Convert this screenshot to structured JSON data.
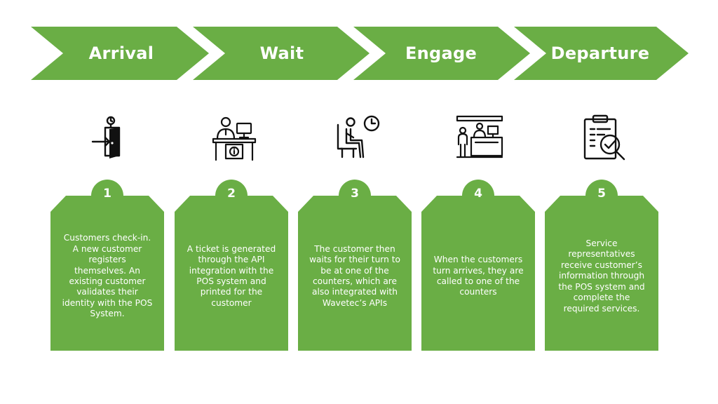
{
  "colors": {
    "accent": "#6AAE45",
    "icon": "#111111",
    "background": "#FFFFFF",
    "text_on_accent": "#FFFFFF"
  },
  "stages": [
    {
      "label": "Arrival"
    },
    {
      "label": "Wait"
    },
    {
      "label": "Engage"
    },
    {
      "label": "Departure"
    }
  ],
  "steps": [
    {
      "number": "1",
      "icon": "door-entry-clock-icon",
      "text": "Customers check-in. A new customer registers themselves. An existing customer validates their identity with the POS System."
    },
    {
      "number": "2",
      "icon": "desk-agent-computer-icon",
      "text": "A ticket is generated through the API integration with the POS system and printed for the customer"
    },
    {
      "number": "3",
      "icon": "seated-waiting-clock-icon",
      "text": "The customer then waits for their turn to be at one of the counters, which are also integrated with Wavetec’s APIs"
    },
    {
      "number": "4",
      "icon": "service-counter-icon",
      "text": "When the customers turn arrives, they are called to one of the counters"
    },
    {
      "number": "5",
      "icon": "clipboard-check-magnifier-icon",
      "text": "Service representatives receive customer’s information through the POS system and complete the required services."
    }
  ]
}
